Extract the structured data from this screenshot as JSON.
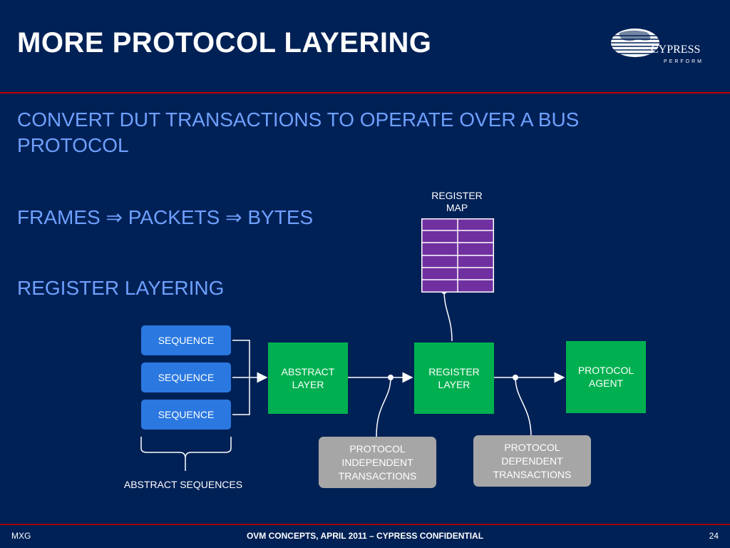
{
  "title": "MORE PROTOCOL LAYERING",
  "bullets": {
    "b1": "CONVERT DUT TRANSACTIONS TO OPERATE OVER  A BUS PROTOCOL",
    "b2_frames": "FRAMES",
    "b2_packets": "PACKETS",
    "b2_bytes": "BYTES",
    "b3": "REGISTER LAYERING"
  },
  "logo": {
    "name": "CYPRESS",
    "tagline": "PERFORM"
  },
  "diagram": {
    "register_map_label": "REGISTER\nMAP",
    "sequences": [
      "SEQUENCE",
      "SEQUENCE",
      "SEQUENCE"
    ],
    "abstract_sequences_label": "ABSTRACT SEQUENCES",
    "abstract_layer": "ABSTRACT\nLAYER",
    "register_layer": "REGISTER\nLAYER",
    "protocol_agent": "PROTOCOL\nAGENT",
    "protocol_independent": "PROTOCOL\nINDEPENDENT\nTRANSACTIONS",
    "protocol_dependent": "PROTOCOL\nDEPENDENT\nTRANSACTIONS"
  },
  "colors": {
    "background": "#002156",
    "bullet_text": "#6fa0ff",
    "rule": "#c00000",
    "sequence_box": "#2a78e0",
    "layer_box": "#00b050",
    "transaction_box": "#a6a6a6",
    "register_map": "#7030a0"
  },
  "footer": {
    "left": "MXG",
    "center": "OVM CONCEPTS, APRIL 2011 – CYPRESS CONFIDENTIAL",
    "page": "24"
  }
}
